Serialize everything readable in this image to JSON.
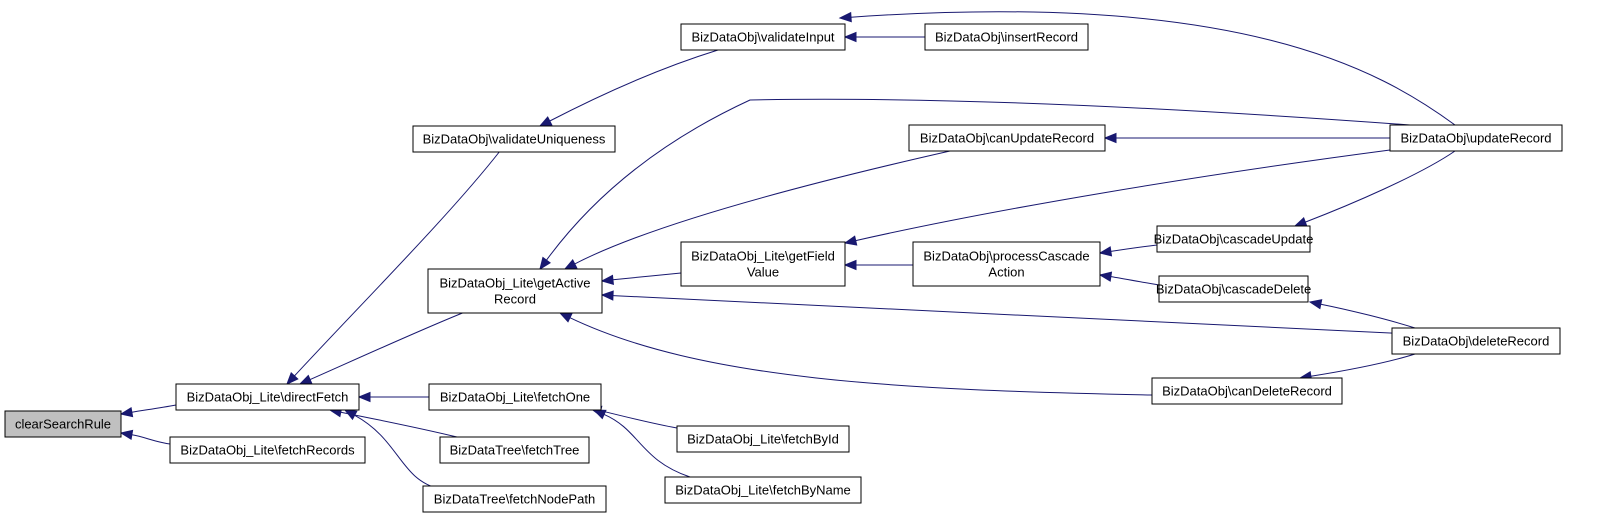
{
  "graph": {
    "nodes": [
      {
        "id": "clearSearchRule",
        "lines": [
          "clearSearchRule"
        ],
        "root": true
      },
      {
        "id": "directFetch",
        "lines": [
          "BizDataObj_Lite\\directFetch"
        ]
      },
      {
        "id": "fetchRecords",
        "lines": [
          "BizDataObj_Lite\\fetchRecords"
        ]
      },
      {
        "id": "validateUniqueness",
        "lines": [
          "BizDataObj\\validateUniqueness"
        ]
      },
      {
        "id": "getActiveRecord",
        "lines": [
          "BizDataObj_Lite\\getActive",
          "Record"
        ]
      },
      {
        "id": "fetchOne",
        "lines": [
          "BizDataObj_Lite\\fetchOne"
        ]
      },
      {
        "id": "fetchTree",
        "lines": [
          "BizDataTree\\fetchTree"
        ]
      },
      {
        "id": "fetchNodePath",
        "lines": [
          "BizDataTree\\fetchNodePath"
        ]
      },
      {
        "id": "validateInput",
        "lines": [
          "BizDataObj\\validateInput"
        ]
      },
      {
        "id": "insertRecord",
        "lines": [
          "BizDataObj\\insertRecord"
        ]
      },
      {
        "id": "canUpdateRecord",
        "lines": [
          "BizDataObj\\canUpdateRecord"
        ]
      },
      {
        "id": "getFieldValue",
        "lines": [
          "BizDataObj_Lite\\getField",
          "Value"
        ]
      },
      {
        "id": "processCascadeAction",
        "lines": [
          "BizDataObj\\processCascade",
          "Action"
        ]
      },
      {
        "id": "cascadeUpdate",
        "lines": [
          "BizDataObj\\cascadeUpdate"
        ]
      },
      {
        "id": "cascadeDelete",
        "lines": [
          "BizDataObj\\cascadeDelete"
        ]
      },
      {
        "id": "canDeleteRecord",
        "lines": [
          "BizDataObj\\canDeleteRecord"
        ]
      },
      {
        "id": "fetchById",
        "lines": [
          "BizDataObj_Lite\\fetchById"
        ]
      },
      {
        "id": "fetchByName",
        "lines": [
          "BizDataObj_Lite\\fetchByName"
        ]
      },
      {
        "id": "updateRecord",
        "lines": [
          "BizDataObj\\updateRecord"
        ]
      },
      {
        "id": "deleteRecord",
        "lines": [
          "BizDataObj\\deleteRecord"
        ]
      }
    ],
    "edges": [
      {
        "from": "directFetch",
        "to": "clearSearchRule"
      },
      {
        "from": "fetchRecords",
        "to": "clearSearchRule"
      },
      {
        "from": "validateUniqueness",
        "to": "directFetch"
      },
      {
        "from": "getActiveRecord",
        "to": "directFetch"
      },
      {
        "from": "fetchOne",
        "to": "directFetch"
      },
      {
        "from": "fetchTree",
        "to": "directFetch"
      },
      {
        "from": "fetchNodePath",
        "to": "directFetch"
      },
      {
        "from": "validateInput",
        "to": "validateUniqueness"
      },
      {
        "from": "updateRecord",
        "to": "validateInput"
      },
      {
        "from": "insertRecord",
        "to": "validateInput"
      },
      {
        "from": "updateRecord",
        "to": "getActiveRecord"
      },
      {
        "from": "canUpdateRecord",
        "to": "getActiveRecord"
      },
      {
        "from": "getFieldValue",
        "to": "getActiveRecord"
      },
      {
        "from": "deleteRecord",
        "to": "getActiveRecord"
      },
      {
        "from": "canDeleteRecord",
        "to": "getActiveRecord"
      },
      {
        "from": "updateRecord",
        "to": "canUpdateRecord"
      },
      {
        "from": "updateRecord",
        "to": "getFieldValue"
      },
      {
        "from": "processCascadeAction",
        "to": "getFieldValue"
      },
      {
        "from": "cascadeUpdate",
        "to": "processCascadeAction"
      },
      {
        "from": "cascadeDelete",
        "to": "processCascadeAction"
      },
      {
        "from": "updateRecord",
        "to": "cascadeUpdate"
      },
      {
        "from": "deleteRecord",
        "to": "cascadeDelete"
      },
      {
        "from": "deleteRecord",
        "to": "canDeleteRecord"
      },
      {
        "from": "fetchById",
        "to": "fetchOne"
      },
      {
        "from": "fetchByName",
        "to": "fetchOne"
      }
    ]
  },
  "colors": {
    "edge": "#191970",
    "node_border": "#000000",
    "root_fill": "#c0c0c0",
    "node_fill": "#ffffff"
  }
}
